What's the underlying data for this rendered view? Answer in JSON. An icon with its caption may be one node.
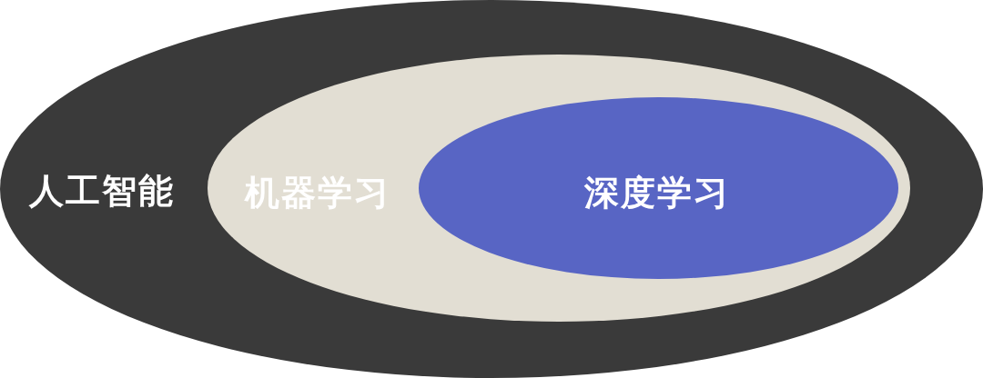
{
  "diagram": {
    "nodes": [
      {
        "text": [
          "人工智能"
        ]
      },
      {
        "text": [
          "机器学习"
        ],
        "in": 0
      },
      {
        "text": [
          "深度学习"
        ],
        "in": 1
      }
    ]
  }
}
